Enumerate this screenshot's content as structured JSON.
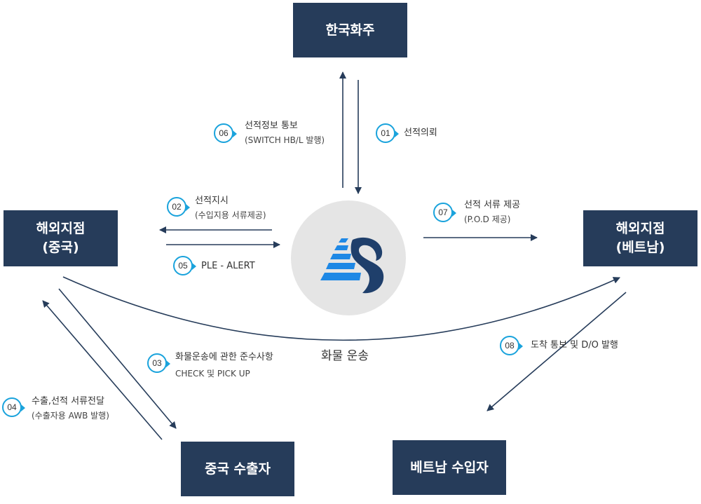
{
  "nodes": {
    "korea_shipper": "한국화주",
    "branch_china": {
      "line1": "해외지점",
      "line2": "(중국)"
    },
    "branch_vietnam": {
      "line1": "해외지점",
      "line2": "(베트남)"
    },
    "china_exporter": "중국 수출자",
    "vietnam_importer": "베트남 수입자"
  },
  "steps": [
    {
      "num": "01",
      "line1": "선적의뢰",
      "line2": ""
    },
    {
      "num": "02",
      "line1": "선적지시",
      "line2": "(수입지용 서류제공)"
    },
    {
      "num": "03",
      "line1": "화물운송에 관한 준수사항",
      "line2": "CHECK 및 PICK UP"
    },
    {
      "num": "04",
      "line1": "수출,선적 서류전달",
      "line2": "(수출자용 AWB 발행)"
    },
    {
      "num": "05",
      "line1": "PLE - ALERT",
      "line2": ""
    },
    {
      "num": "06",
      "line1": "선적정보 통보",
      "line2": "(SWITCH HB/L 발행)"
    },
    {
      "num": "07",
      "line1": "선적 서류 제공",
      "line2": "(P.O.D 제공)"
    },
    {
      "num": "08",
      "line1": "도착 통보 및 D/O 발행",
      "line2": ""
    }
  ],
  "route_label": "화물 운송",
  "colors": {
    "node_bg": "#263c5a",
    "arrow": "#263c5a",
    "badge_border": "#1aa3dc",
    "logo_blue": "#1e88e5",
    "logo_navy": "#1f3f6b"
  },
  "logo": {
    "icon": "company-logo-s-icon"
  }
}
